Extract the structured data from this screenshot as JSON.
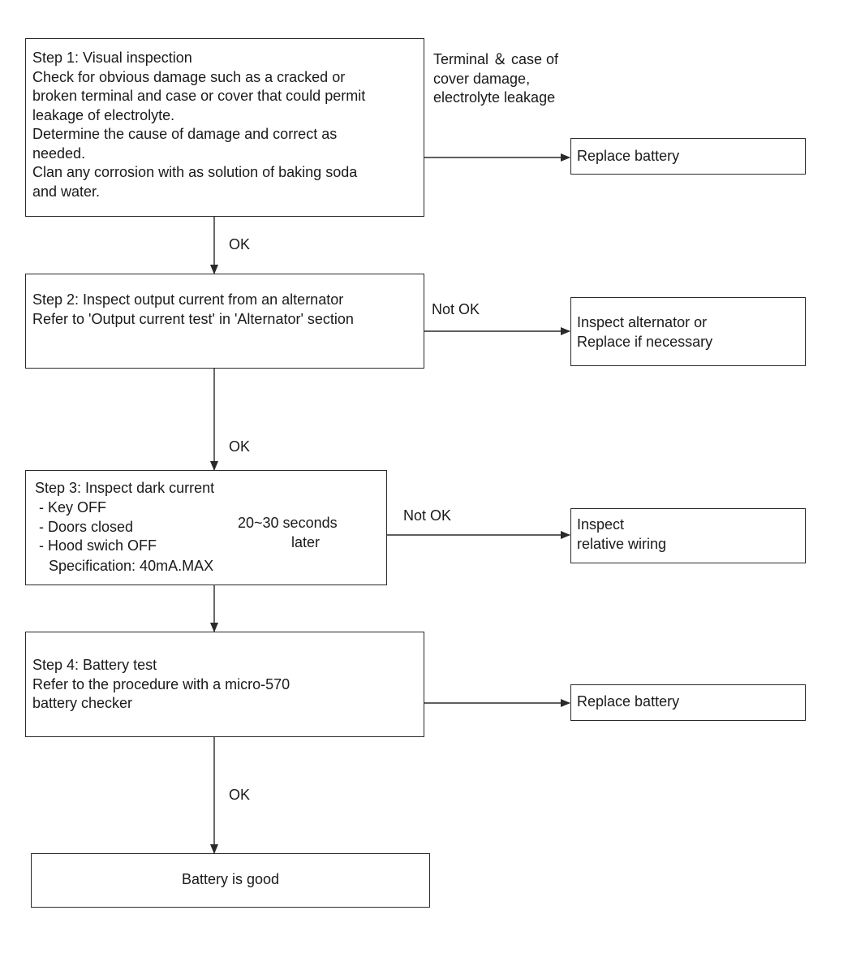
{
  "step1": {
    "lines": [
      "Step 1: Visual inspection",
      "Check for obvious damage such as a cracked or",
      "broken terminal and case or cover that could permit",
      "leakage of electrolyte.",
      "Determine the cause of damage and correct as",
      "needed.",
      "Clan any corrosion with as solution of baking soda",
      "and water."
    ],
    "side_note": [
      "Terminal ＆ case of",
      "cover damage,",
      "electrolyte leakage"
    ],
    "result": "Replace battery",
    "ok_label": "OK"
  },
  "step2": {
    "lines": [
      "Step 2: Inspect output current from an alternator",
      "Refer to 'Output current test' in 'Alternator' section"
    ],
    "not_ok_label": "Not OK",
    "result": [
      "Inspect alternator or",
      "Replace if necessary"
    ],
    "ok_label": "OK"
  },
  "step3": {
    "title": "Step 3: Inspect dark current",
    "conditions": [
      "- Key OFF",
      "- Doors closed",
      "- Hood swich OFF"
    ],
    "timing": [
      "20~30 seconds",
      "later"
    ],
    "specification": "Specification: 40mA.MAX",
    "not_ok_label": "Not OK",
    "result": [
      "Inspect",
      "relative wiring"
    ]
  },
  "step4": {
    "lines": [
      "Step 4: Battery test",
      "Refer to the procedure with a micro-570",
      "battery checker"
    ],
    "result": "Replace battery",
    "ok_label": "OK"
  },
  "final": {
    "label": "Battery is good"
  }
}
